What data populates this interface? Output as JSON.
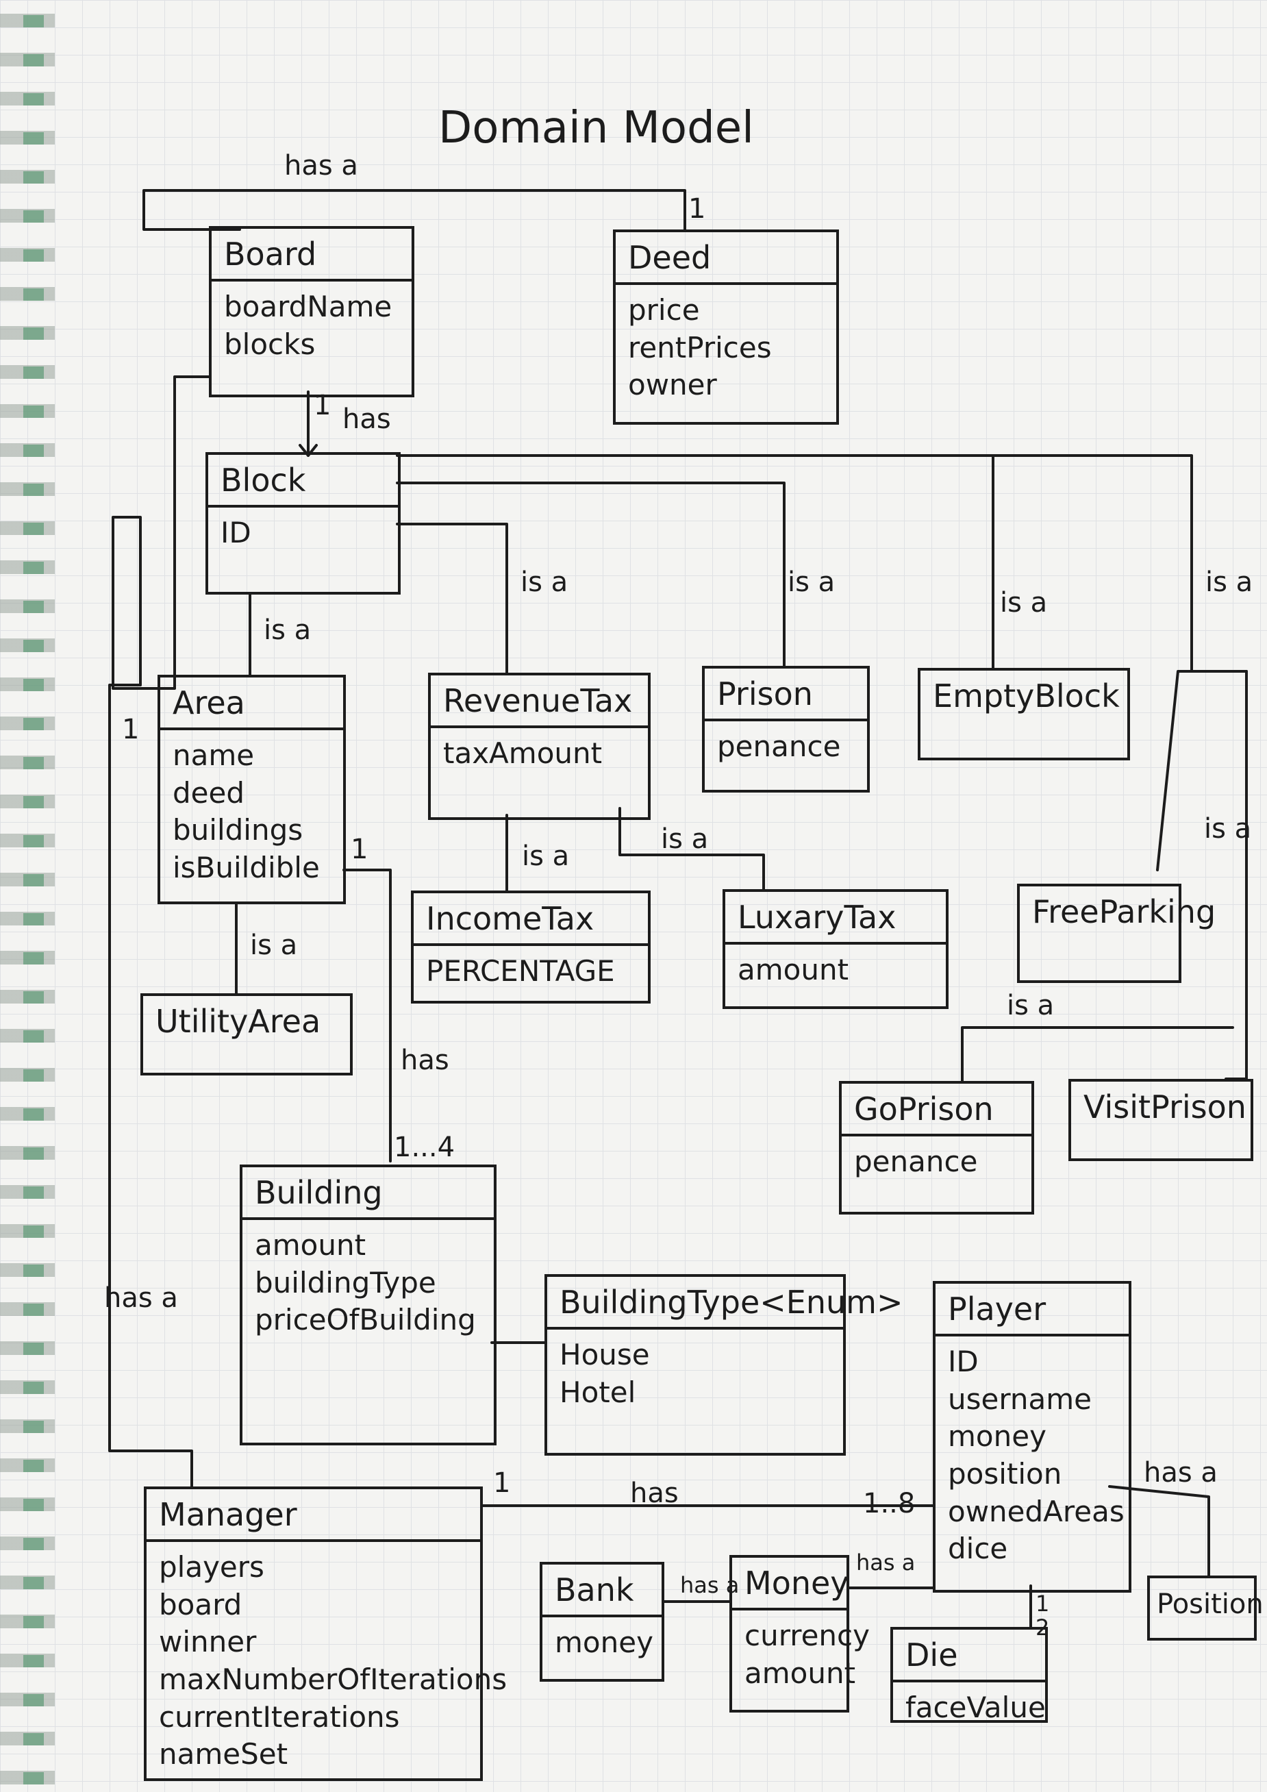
{
  "title": "Domain Model",
  "classes": {
    "board": {
      "name": "Board",
      "attributes": [
        "boardName",
        "blocks"
      ]
    },
    "deed": {
      "name": "Deed",
      "attributes": [
        "price",
        "rentPrices",
        "owner"
      ]
    },
    "block": {
      "name": "Block",
      "attributes": [
        "ID"
      ]
    },
    "area": {
      "name": "Area",
      "attributes": [
        "name",
        "deed",
        "buildings",
        "isBuildible"
      ]
    },
    "revenue_tax": {
      "name": "RevenueTax",
      "attributes": [
        "taxAmount"
      ]
    },
    "prison": {
      "name": "Prison",
      "attributes": [
        "penance"
      ]
    },
    "empty_block": {
      "name": "EmptyBlock",
      "attributes": []
    },
    "utility_area": {
      "name": "UtilityArea",
      "attributes": []
    },
    "income_tax": {
      "name": "IncomeTax",
      "attributes": [
        "PERCENTAGE"
      ]
    },
    "luxury_tax": {
      "name": "LuxaryTax",
      "attributes": [
        "amount"
      ]
    },
    "free_parking": {
      "name": "FreeParking",
      "attributes": []
    },
    "go_prison": {
      "name": "GoPrison",
      "attributes": [
        "penance"
      ]
    },
    "visit_prison": {
      "name": "VisitPrison",
      "attributes": []
    },
    "building": {
      "name": "Building",
      "attributes": [
        "amount",
        "buildingType",
        "priceOfBuilding"
      ]
    },
    "building_type": {
      "name": "BuildingType<Enum>",
      "attributes": [
        "House",
        "Hotel"
      ]
    },
    "player": {
      "name": "Player",
      "attributes": [
        "ID",
        "username",
        "money",
        "position",
        "ownedAreas",
        "dice"
      ]
    },
    "manager": {
      "name": "Manager",
      "attributes": [
        "players",
        "board",
        "winner",
        "maxNumberOfIterations",
        "currentIterations",
        "nameSet"
      ]
    },
    "bank": {
      "name": "Bank",
      "attributes": [
        "money"
      ]
    },
    "money": {
      "name": "Money",
      "attributes": [
        "currency",
        "amount"
      ]
    },
    "die": {
      "name": "Die",
      "attributes": [
        "faceValue"
      ]
    },
    "position": {
      "name": "Position",
      "attributes": []
    }
  },
  "relation_labels": {
    "board_deed": "has a",
    "board_deed_mult": "1",
    "board_block": "has",
    "board_block_mult": "1",
    "block_area": "is a",
    "block_revenue": "is a",
    "block_prison": "is a",
    "block_empty": "is a",
    "block_right": "is a",
    "area_mult": "1",
    "area_utility": "is a",
    "revenue_income": "is a",
    "revenue_luxury": "is a",
    "area_building_mult": "1",
    "area_building": "has",
    "building_mult": "1...4",
    "right_isa": "is a",
    "free_go": "is a",
    "manager_board": "has a",
    "manager_player": "has",
    "manager_mult": "1",
    "player_mult": "1..8",
    "player_position": "has a",
    "bank_money": "has a",
    "player_money": "has a",
    "die_mult_1": "1",
    "die_mult_2": "2"
  }
}
